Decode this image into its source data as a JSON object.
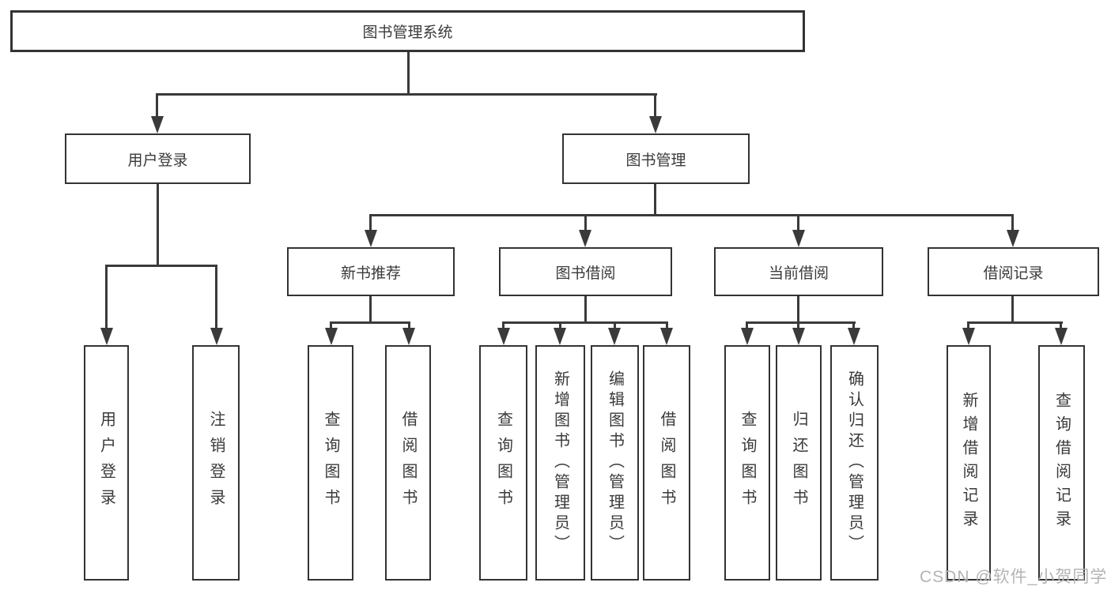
{
  "nodes": {
    "root": "图书管理系统",
    "user_login": "用户登录",
    "book_mgmt": "图书管理",
    "new_rec": "新书推荐",
    "book_borrow": "图书借阅",
    "current_borrow": "当前借阅",
    "borrow_record": "借阅记录",
    "uf_login": "用户登录",
    "uf_logout": "注销登录",
    "nr_query": "查询图书",
    "nr_borrow": "借阅图书",
    "bb_query": "查询图书",
    "bb_add": "新增图书（管理员）",
    "bb_edit": "编辑图书（管理员）",
    "bb_borrow": "借阅图书",
    "cb_query": "查询图书",
    "cb_return": "归还图书",
    "cb_confirm": "确认归还（管理员）",
    "br_add": "新增借阅记录",
    "br_query": "查询借阅记录"
  },
  "structure": {
    "图书管理系统": [
      "用户登录",
      "图书管理"
    ],
    "用户登录": [
      "用户登录",
      "注销登录"
    ],
    "图书管理": [
      "新书推荐",
      "图书借阅",
      "当前借阅",
      "借阅记录"
    ],
    "新书推荐": [
      "查询图书",
      "借阅图书"
    ],
    "图书借阅": [
      "查询图书",
      "新增图书（管理员）",
      "编辑图书（管理员）",
      "借阅图书"
    ],
    "当前借阅": [
      "查询图书",
      "归还图书",
      "确认归还（管理员）"
    ],
    "借阅记录": [
      "新增借阅记录",
      "查询借阅记录"
    ]
  },
  "watermark": "CSDN @软件_小贺同学",
  "colors": {
    "line": "#3a3a3a",
    "border": "#333333",
    "text": "#3a3a3a",
    "watermark": "#b4b4b4",
    "background": "#ffffff"
  }
}
